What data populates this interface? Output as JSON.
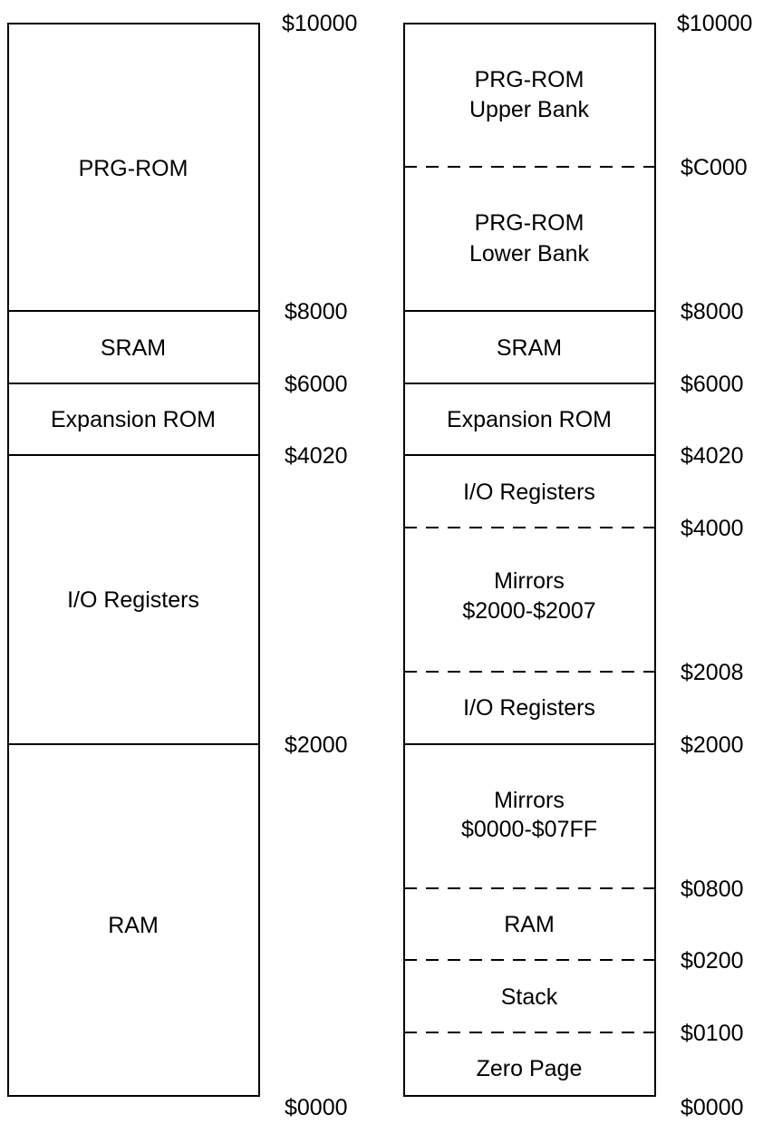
{
  "left_map": {
    "regions": [
      {
        "name": "PRG-ROM",
        "lines": [
          "PRG-ROM"
        ]
      },
      {
        "name": "SRAM",
        "lines": [
          "SRAM"
        ]
      },
      {
        "name": "Expansion ROM",
        "lines": [
          "Expansion ROM"
        ]
      },
      {
        "name": "I/O Registers",
        "lines": [
          "I/O Registers"
        ]
      },
      {
        "name": "RAM",
        "lines": [
          "RAM"
        ]
      }
    ],
    "addresses": [
      "$10000",
      "$8000",
      "$6000",
      "$4020",
      "$2000",
      "$0000"
    ]
  },
  "right_map": {
    "regions": [
      {
        "name": "PRG-ROM Upper Bank",
        "lines": [
          "PRG-ROM",
          "Upper Bank"
        ]
      },
      {
        "name": "PRG-ROM Lower Bank",
        "lines": [
          "PRG-ROM",
          "Lower Bank"
        ]
      },
      {
        "name": "SRAM",
        "lines": [
          "SRAM"
        ]
      },
      {
        "name": "Expansion ROM",
        "lines": [
          "Expansion ROM"
        ]
      },
      {
        "name": "I/O Registers",
        "lines": [
          "I/O Registers"
        ]
      },
      {
        "name": "Mirrors $2000-$2007",
        "lines": [
          "Mirrors",
          "$2000-$2007"
        ]
      },
      {
        "name": "I/O Registers",
        "lines": [
          "I/O Registers"
        ]
      },
      {
        "name": "Mirrors $0000-$07FF",
        "lines": [
          "Mirrors",
          "$0000-$07FF"
        ]
      },
      {
        "name": "RAM",
        "lines": [
          "RAM"
        ]
      },
      {
        "name": "Stack",
        "lines": [
          "Stack"
        ]
      },
      {
        "name": "Zero Page",
        "lines": [
          "Zero Page"
        ]
      }
    ],
    "addresses": [
      "$10000",
      "$C000",
      "$8000",
      "$6000",
      "$4020",
      "$4000",
      "$2008",
      "$2000",
      "$0800",
      "$0200",
      "$0100",
      "$0000"
    ],
    "boundary_styles": [
      "dashed",
      "solid",
      "solid",
      "solid",
      "dashed",
      "dashed",
      "solid",
      "dashed",
      "dashed",
      "dashed"
    ]
  }
}
